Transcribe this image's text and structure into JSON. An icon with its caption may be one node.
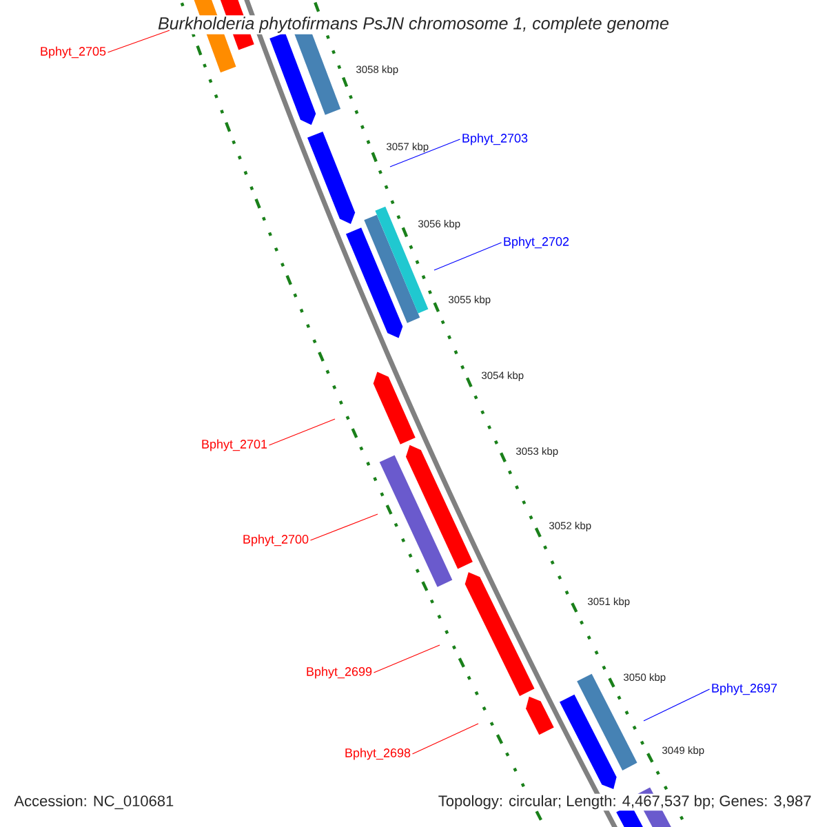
{
  "diagram": {
    "title": "Burkholderia phytofirmans PsJN chromosome 1, complete genome",
    "nodes": [
      {
        "text": [
          "Bphyt_2705"
        ]
      },
      {
        "text": [
          "Bphyt_2703"
        ]
      },
      {
        "text": [
          "Bphyt_2702"
        ]
      },
      {
        "text": [
          "Bphyt_2701"
        ]
      },
      {
        "text": [
          "Bphyt_2700"
        ]
      },
      {
        "text": [
          "Bphyt_2699"
        ]
      },
      {
        "text": [
          "Bphyt_2698"
        ]
      },
      {
        "text": [
          "Bphyt_2697"
        ]
      }
    ],
    "edges": [
      {
        "from": 0,
        "to": null,
        "arrow": "none"
      },
      {
        "from": 1,
        "to": null,
        "arrow": "none",
        "color": "#0000ff"
      },
      {
        "from": 2,
        "to": null,
        "arrow": "none",
        "color": "#0000ff"
      },
      {
        "from": 3,
        "to": null,
        "arrow": "none"
      },
      {
        "from": 4,
        "to": null,
        "arrow": "none"
      },
      {
        "from": 5,
        "to": null,
        "arrow": "none"
      },
      {
        "from": 6,
        "to": null,
        "arrow": "none"
      },
      {
        "from": 7,
        "to": null,
        "arrow": "none",
        "color": "#0000ff"
      }
    ],
    "labels": [
      "3058 kbp",
      "3057 kbp",
      "3056 kbp",
      "3055 kbp",
      "3054 kbp",
      "3053 kbp",
      "3052 kbp",
      "3051 kbp",
      "3050 kbp",
      "3049 kbp",
      "Accession: NC_010681",
      "Topology: circular; Length: 4,467,537 bp; Genes: 3,987"
    ]
  }
}
